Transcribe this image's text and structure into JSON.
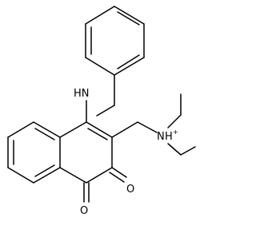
{
  "molecule": {
    "atom_labels": {
      "amine_nh": "HN",
      "ammonium_n": "N",
      "ammonium_h": "H",
      "ammonium_charge": "+",
      "carbonyl_o_upper": "O",
      "carbonyl_o_lower": "O"
    },
    "colors": {
      "bond": "#000000",
      "text": "#000000",
      "background": "#ffffff"
    }
  }
}
